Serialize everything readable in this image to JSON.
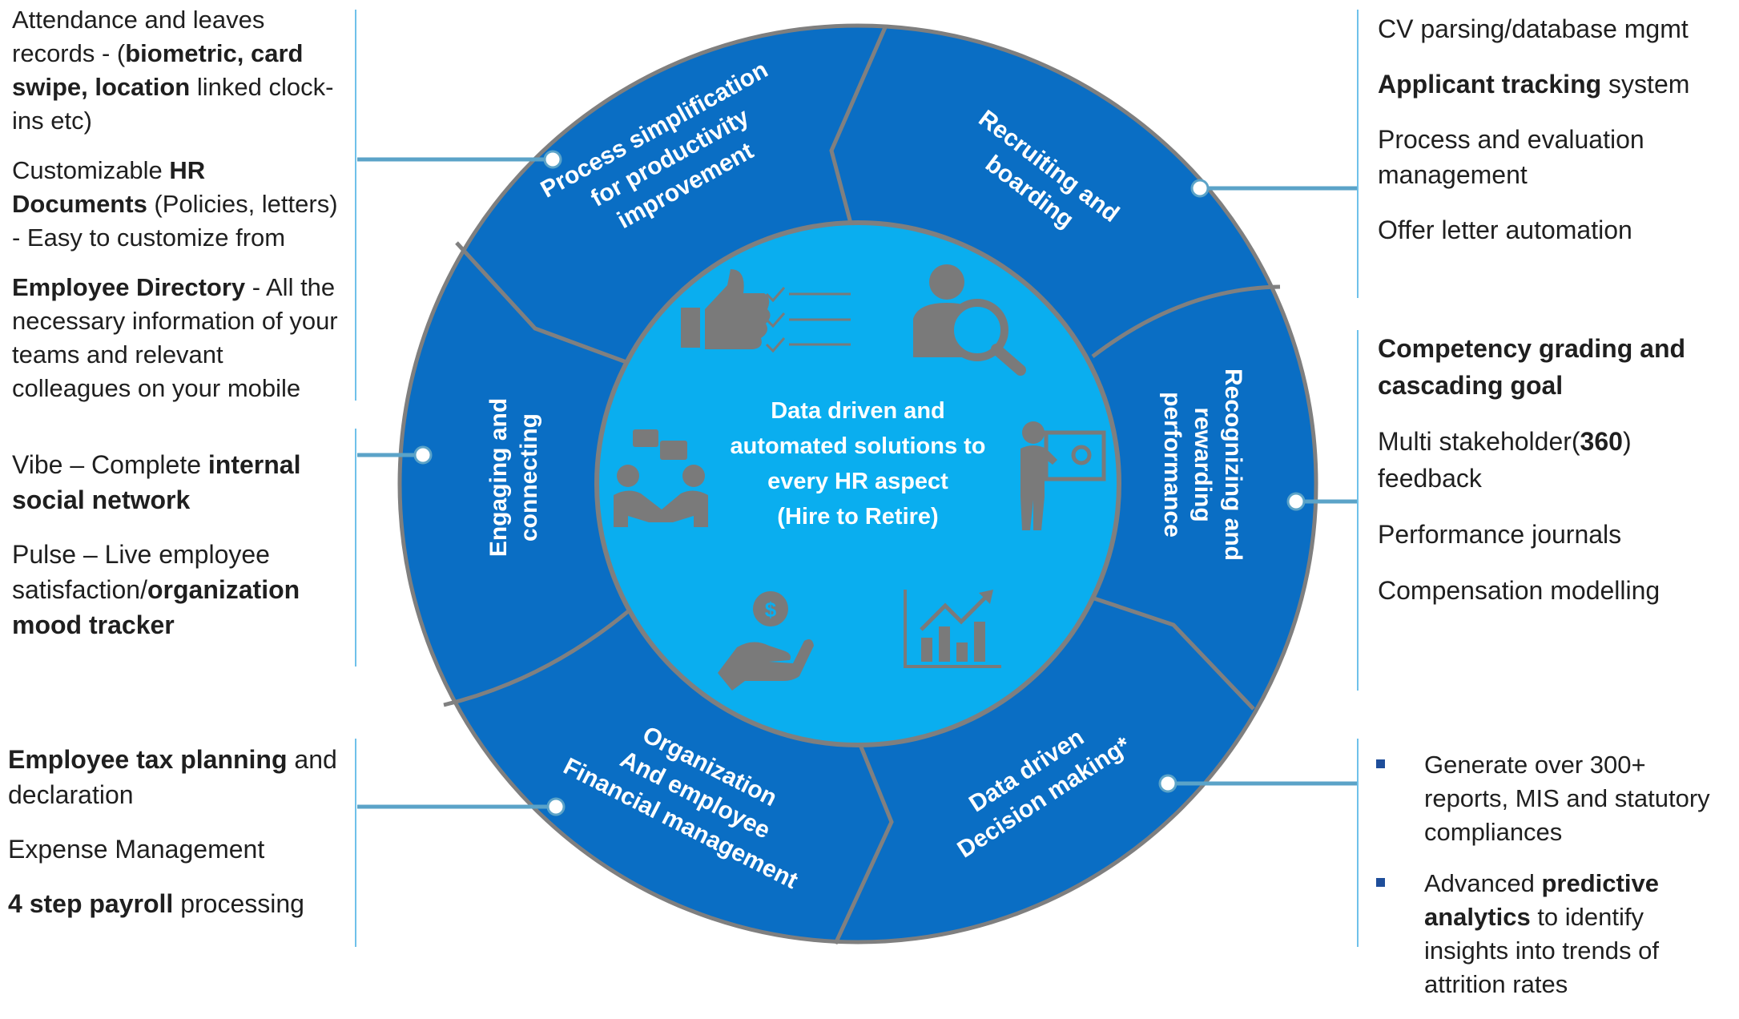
{
  "left_top": {
    "p1": [
      "Attendance and leaves records - (",
      "biometric, card swipe, location",
      " linked clock-ins etc)"
    ],
    "p2": [
      "Customizable ",
      "HR Documents",
      " (Policies, letters) - Easy to customize from"
    ],
    "p3": [
      "Employee Directory",
      " - All the necessary information of your teams and relevant colleagues on your mobile"
    ]
  },
  "left_mid": {
    "p1": [
      "Vibe – Complete ",
      "internal social network"
    ],
    "p2": [
      "Pulse – Live employee satisfaction/",
      "organization mood tracker"
    ]
  },
  "left_bottom": {
    "p1": [
      "Employee tax planning",
      " and declaration"
    ],
    "p2": "Expense Management",
    "p3": [
      "4 step payroll",
      " processing"
    ]
  },
  "right_top": {
    "p1": "CV parsing/database mgmt",
    "p2": [
      "Applicant tracking",
      " system"
    ],
    "p3": "Process and evaluation management",
    "p4": "Offer letter automation"
  },
  "right_mid": {
    "p1": "Competency grading and cascading goal",
    "p2": [
      "Multi stakeholder(",
      "360",
      ") feedback"
    ],
    "p3": "Performance journals",
    "p4": "Compensation modelling"
  },
  "right_bottom": {
    "b1": "Generate over 300+ reports, MIS and statutory compliances",
    "b2": [
      "Advanced ",
      "predictive analytics",
      " to identify insights into trends of attrition rates"
    ]
  },
  "center": {
    "lines": [
      "Data driven and",
      "automated solutions to",
      "every HR aspect",
      "(Hire to Retire)"
    ]
  },
  "segments": {
    "process": [
      "Process simplification",
      "for productivity",
      "improvement"
    ],
    "recruiting": [
      "Recruiting and",
      "boarding"
    ],
    "recognizing": [
      "Recognizing and",
      "rewarding",
      "performance"
    ],
    "data_driven": [
      "Data driven",
      "Decision making*"
    ],
    "organization": [
      "Organization",
      "And employee",
      "Financial management"
    ],
    "engaging": [
      "Engaging and",
      "connecting"
    ]
  },
  "icons": [
    "thumbs-up-checklist-icon",
    "recruit-search-icon",
    "presentation-icon",
    "growth-chart-icon",
    "money-hand-icon",
    "handshake-chat-icon"
  ],
  "colors": {
    "segment_fill": "#0a6ec4",
    "center_fill": "#0aaeef",
    "divider": "#7f7f7f",
    "icon": "#7a7a7a",
    "connector": "#5ba3c8",
    "accent_line": "#6fc1ea",
    "bullet": "#1f4e9a"
  }
}
